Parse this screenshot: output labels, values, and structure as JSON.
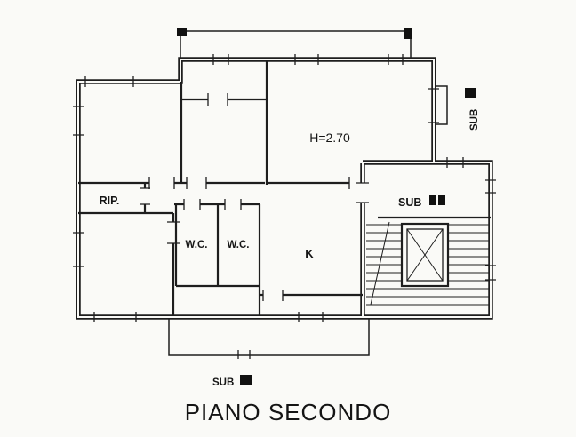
{
  "page": {
    "title": "PIANO SECONDO"
  },
  "plan": {
    "ceiling_height_label": "H=2.70",
    "room_labels": {
      "storage": "RIP.",
      "wc_left": "W.C.",
      "wc_right": "W.C.",
      "kitchen": "K"
    },
    "sub_labels": {
      "right": "SUB",
      "stairwell": "SUB",
      "bottom": "SUB"
    },
    "colors": {
      "paper": "#fafaf7",
      "ink": "#1e1e1e"
    }
  }
}
